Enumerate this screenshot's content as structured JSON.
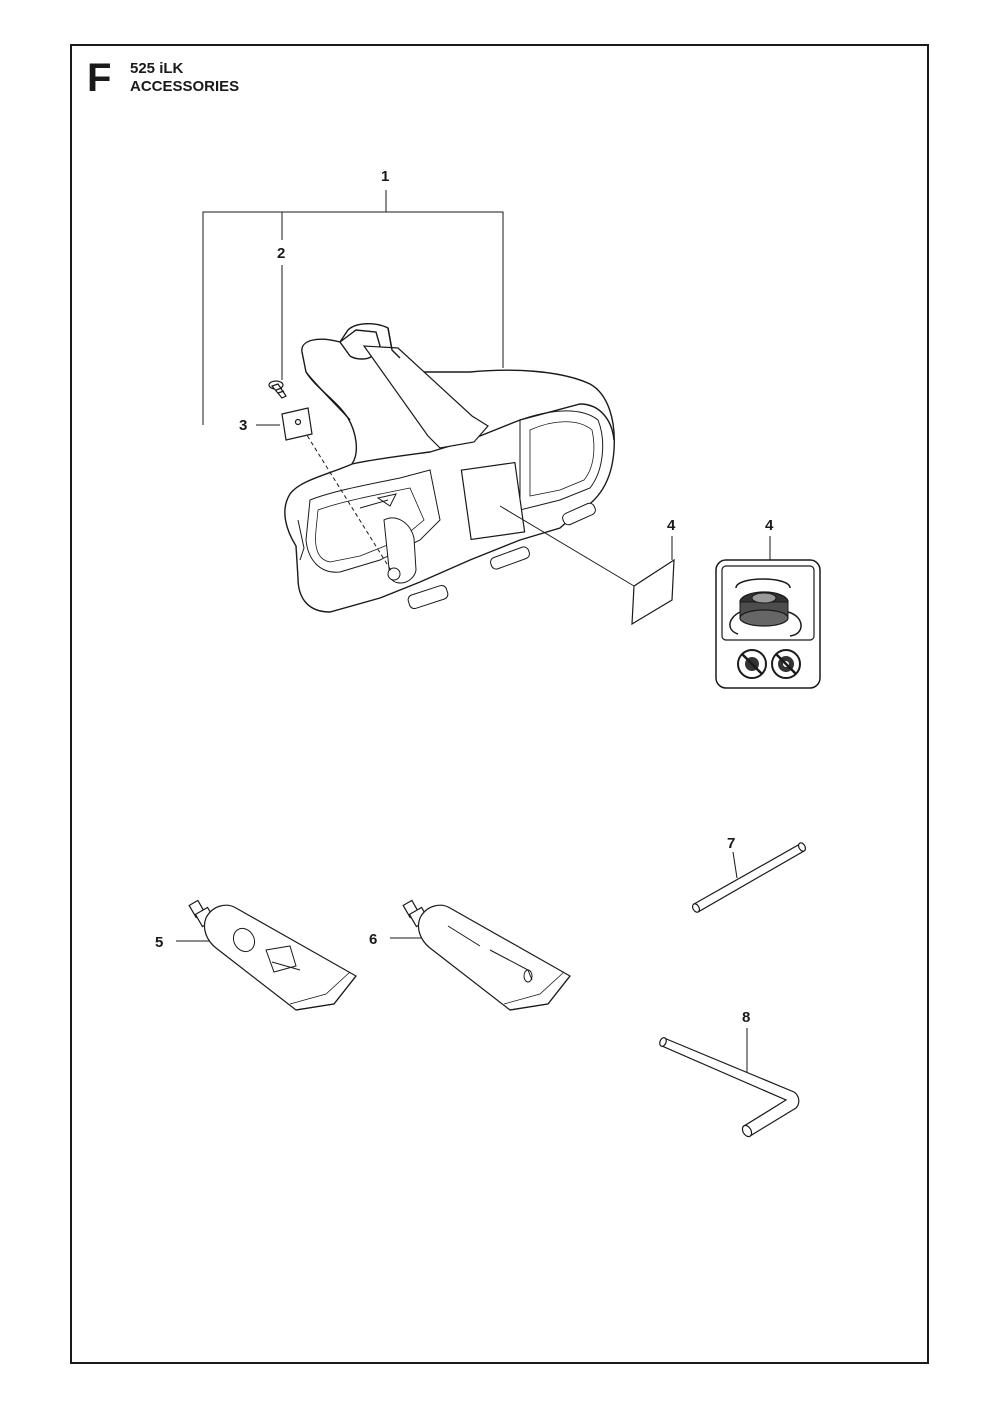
{
  "header": {
    "section_letter": "F",
    "model": "525 iLK",
    "title": "ACCESSORIES"
  },
  "callouts": {
    "c1": "1",
    "c2": "2",
    "c3": "3",
    "c4a": "4",
    "c4b": "4",
    "c5": "5",
    "c6": "6",
    "c7": "7",
    "c8": "8"
  },
  "colors": {
    "line": "#1a1a1a",
    "fill": "#ffffff",
    "shade": "#d9d9d9"
  }
}
